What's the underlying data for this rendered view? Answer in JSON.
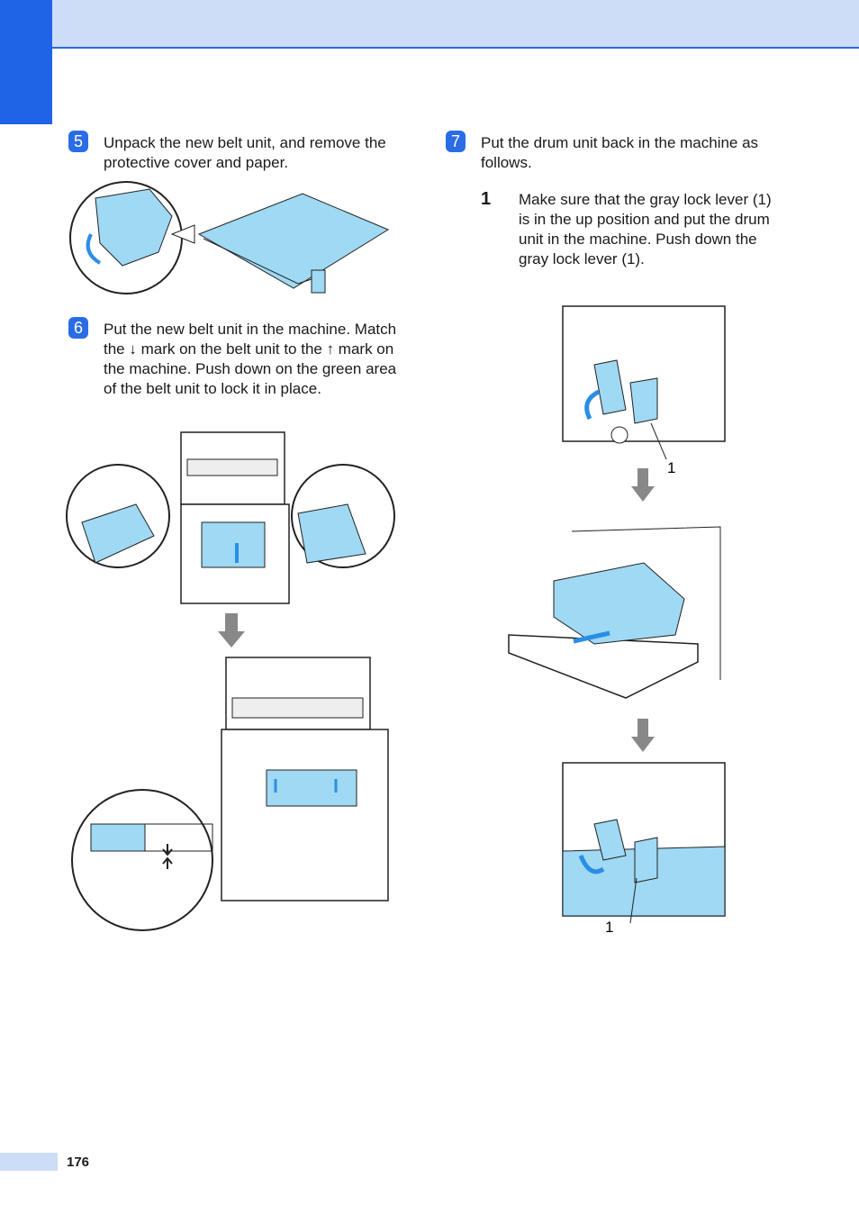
{
  "steps": {
    "s5": {
      "num": "5",
      "text": "Unpack the new belt unit, and remove the protective cover and paper."
    },
    "s6": {
      "num": "6",
      "text": "Put the new belt unit in the machine. Match the ↓ mark on the belt unit to the ↑ mark on the machine. Push down on the green area of the belt unit to lock it in place."
    },
    "s7": {
      "num": "7",
      "text": "Put the drum unit back in the machine as follows."
    },
    "s7_1": {
      "num": "1",
      "text": "Make sure that the gray lock lever (1) is in the up position and put the drum unit in the machine. Push down the gray lock lever (1)."
    }
  },
  "figures": {
    "callout_top": "1",
    "callout_bottom": "1"
  },
  "footer": {
    "page_number": "176"
  },
  "colors": {
    "accent": "#2a6ce6",
    "header_bg": "#cddcf7",
    "illustration_fill": "#9fd9f3"
  }
}
